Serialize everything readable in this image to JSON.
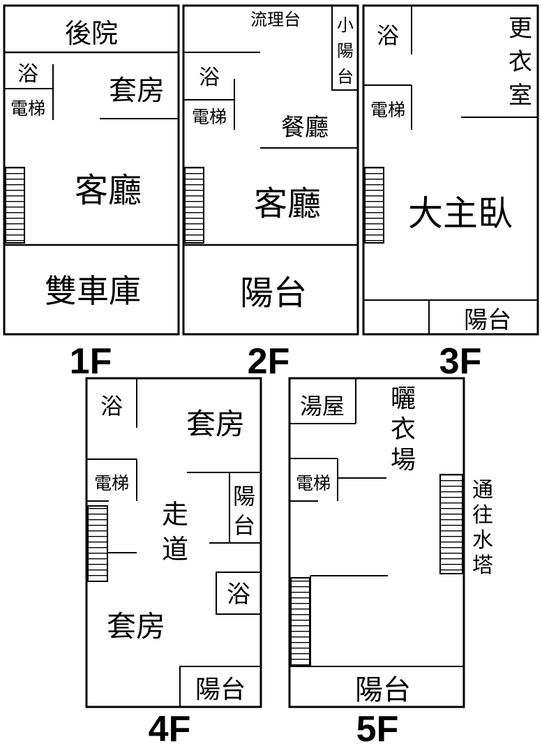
{
  "floors": {
    "f1": {
      "label": "1F",
      "backyard": "後院",
      "bath": "浴",
      "elevator": "電梯",
      "suite": "套房",
      "living": "客廳",
      "garage": "雙車庫"
    },
    "f2": {
      "label": "2F",
      "sink_counter": "流理台",
      "small_balcony": [
        "小",
        "陽",
        "台"
      ],
      "bath": "浴",
      "elevator": "電梯",
      "dining": "餐廳",
      "living": "客廳",
      "balcony": "陽台"
    },
    "f3": {
      "label": "3F",
      "bath": "浴",
      "dressing": [
        "更",
        "衣",
        "室"
      ],
      "elevator": "電梯",
      "master": "大主臥",
      "balcony": "陽台"
    },
    "f4": {
      "label": "4F",
      "bath1": "浴",
      "suite1": "套房",
      "elevator": "電梯",
      "corridor": [
        "走",
        "道"
      ],
      "balcony_side": [
        "陽",
        "台"
      ],
      "bath2": "浴",
      "suite2": "套房",
      "balcony": "陽台"
    },
    "f5": {
      "label": "5F",
      "hot_spring": "湯屋",
      "drying": [
        "曬",
        "衣",
        "場"
      ],
      "elevator": "電梯",
      "water_tower": [
        "通",
        "往",
        "水",
        "塔"
      ],
      "balcony": "陽台"
    }
  },
  "colors": {
    "line": "#000000",
    "background": "#ffffff"
  }
}
